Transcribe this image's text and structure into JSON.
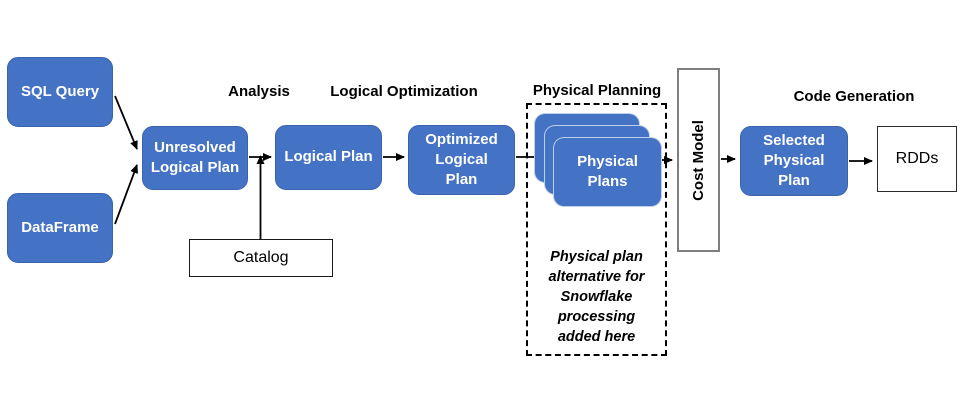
{
  "stages": {
    "analysis": "Analysis",
    "logical_optimization": "Logical Optimization",
    "physical_planning": "Physical Planning",
    "code_generation": "Code Generation"
  },
  "nodes": {
    "sql_query": "SQL Query",
    "dataframe": "DataFrame",
    "unresolved_logical_plan": "Unresolved Logical Plan",
    "logical_plan": "Logical Plan",
    "optimized_logical_plan": "Optimized Logical Plan",
    "physical_plans": "Physical Plans",
    "cost_model": "Cost Model",
    "selected_physical_plan": "Selected Physical Plan",
    "rdds": "RDDs",
    "catalog": "Catalog"
  },
  "annotation": {
    "lines": [
      "Physical plan",
      "alternative for",
      "Snowflake",
      "processing",
      "added here"
    ]
  },
  "colors": {
    "node_fill": "#4472C4",
    "node_border": "#3A63AC",
    "node_text": "#FFFFFF",
    "arrow": "#000000",
    "background": "#FFFFFF"
  }
}
